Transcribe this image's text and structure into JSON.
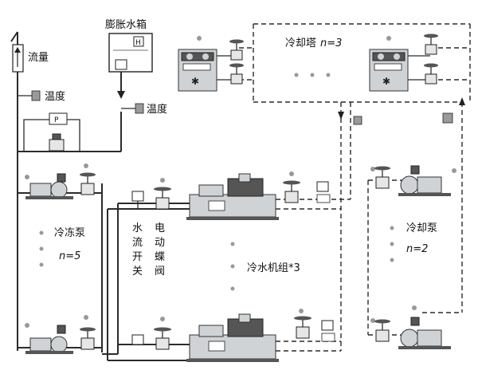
{
  "labels": {
    "flow": "流量",
    "temperature_left": "温度",
    "expansion_tank": "膨胀水箱",
    "temperature_tank": "温度",
    "cooling_tower": "冷却塔",
    "cooling_tower_count": "n=3",
    "chilled_pump": "冷冻泵",
    "chilled_pump_count": "n=5",
    "flow_switch_chars": [
      "水",
      "流",
      "开",
      "关"
    ],
    "motor_valve_chars": [
      "电",
      "动",
      "蝶",
      "阀"
    ],
    "chiller": "冷水机组*3",
    "cooling_pump": "冷却泵",
    "cooling_pump_count": "n=2",
    "pressure_gauge": "P",
    "tank_level": "H"
  },
  "colors": {
    "line": "#2b2b2b",
    "equipment": "#cfd3d6",
    "dark": "#555555",
    "marker": "#999999"
  },
  "icons": [
    "flow-meter-icon",
    "temperature-sensor-icon",
    "pressure-gauge-icon",
    "valve-icon",
    "pump-icon",
    "chiller-icon",
    "cooling-tower-icon",
    "expansion-tank-icon",
    "flow-switch-icon"
  ]
}
